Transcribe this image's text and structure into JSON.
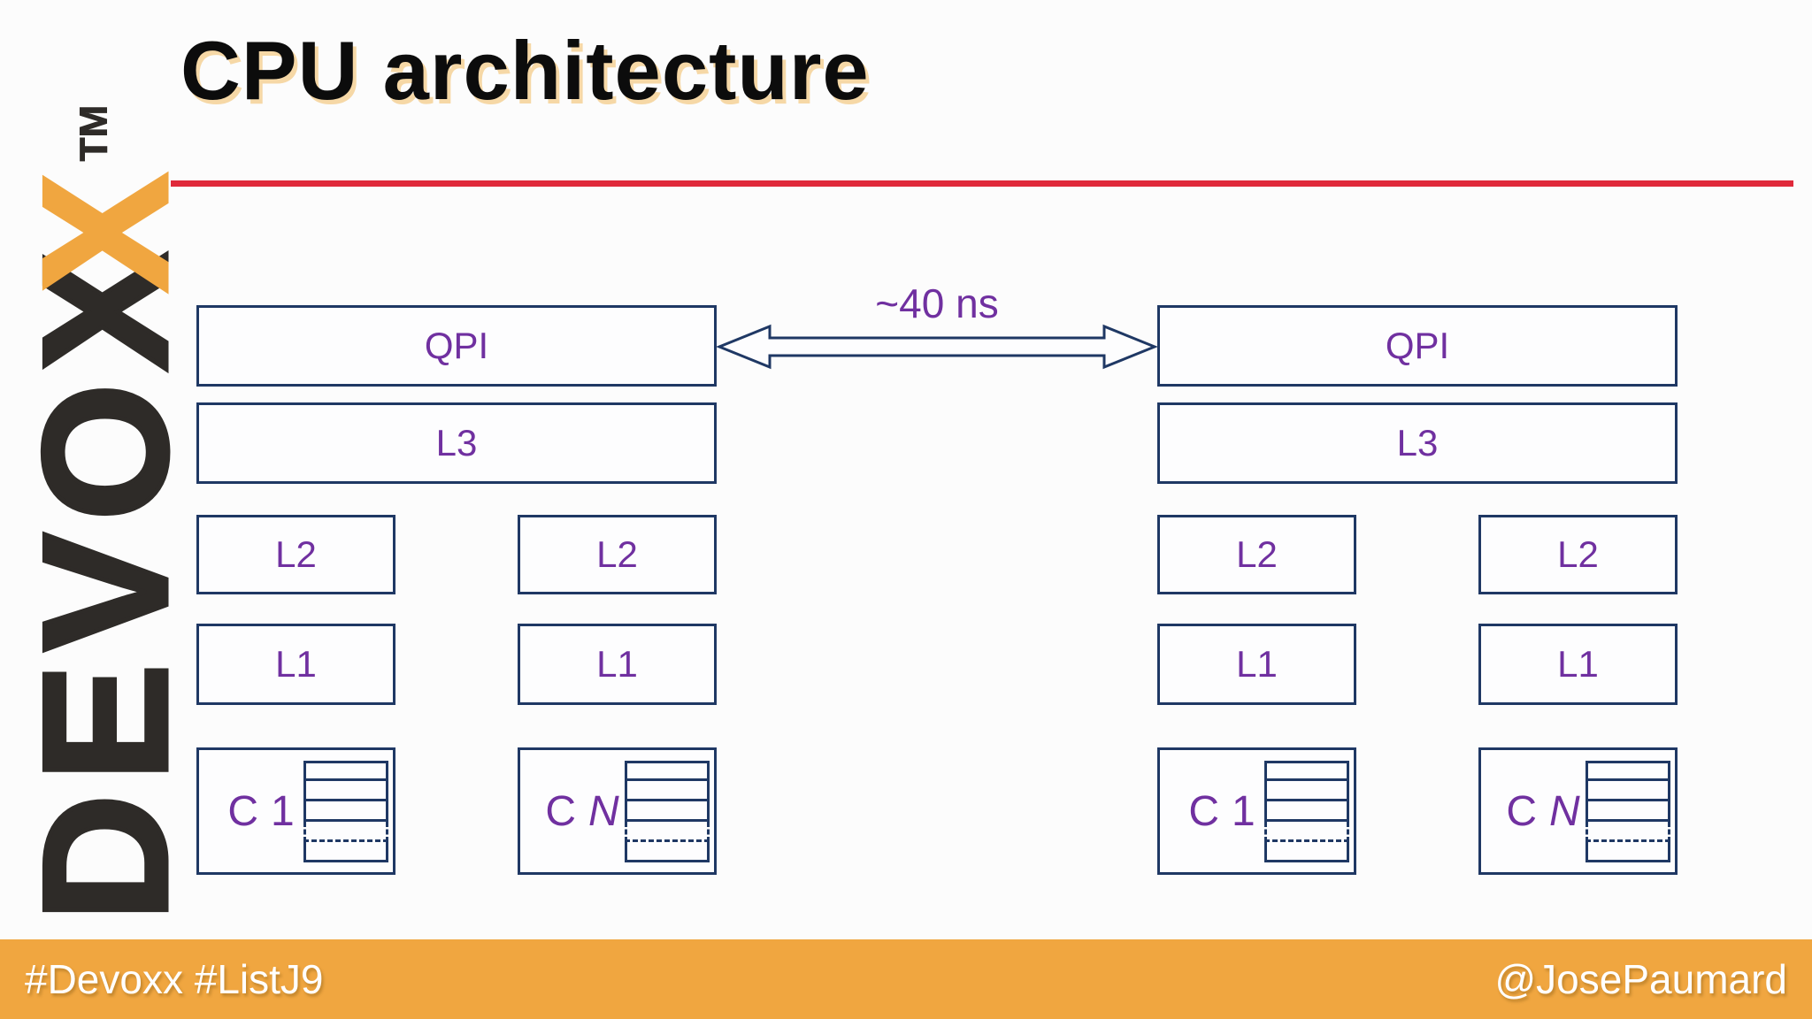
{
  "slide": {
    "title": "CPU architecture",
    "logo": {
      "letters_main": "DEVO",
      "letter_x1": "X",
      "letter_x2": "X",
      "trademark": "TM"
    },
    "footer": {
      "left": "#Devoxx #ListJ9",
      "right": "@JosePaumard"
    }
  },
  "diagram": {
    "latency_label": "~40 ns",
    "sockets": [
      {
        "qpi_label": "QPI",
        "l3_label": "L3",
        "l2_labels": [
          "L2",
          "L2"
        ],
        "l1_labels": [
          "L1",
          "L1"
        ],
        "cores": [
          {
            "prefix": "C",
            "index": "1"
          },
          {
            "prefix": "C",
            "index": "N"
          }
        ]
      },
      {
        "qpi_label": "QPI",
        "l3_label": "L3",
        "l2_labels": [
          "L2",
          "L2"
        ],
        "l1_labels": [
          "L1",
          "L1"
        ],
        "cores": [
          {
            "prefix": "C",
            "index": "1"
          },
          {
            "prefix": "C",
            "index": "N"
          }
        ]
      }
    ]
  },
  "colors": {
    "accent_orange": "#F0A640",
    "divider_red": "#E0293A",
    "box_border_navy": "#1F3864",
    "label_purple": "#7030A0",
    "logo_dark": "#2E2B28",
    "footer_text": "#FFFFFF"
  }
}
